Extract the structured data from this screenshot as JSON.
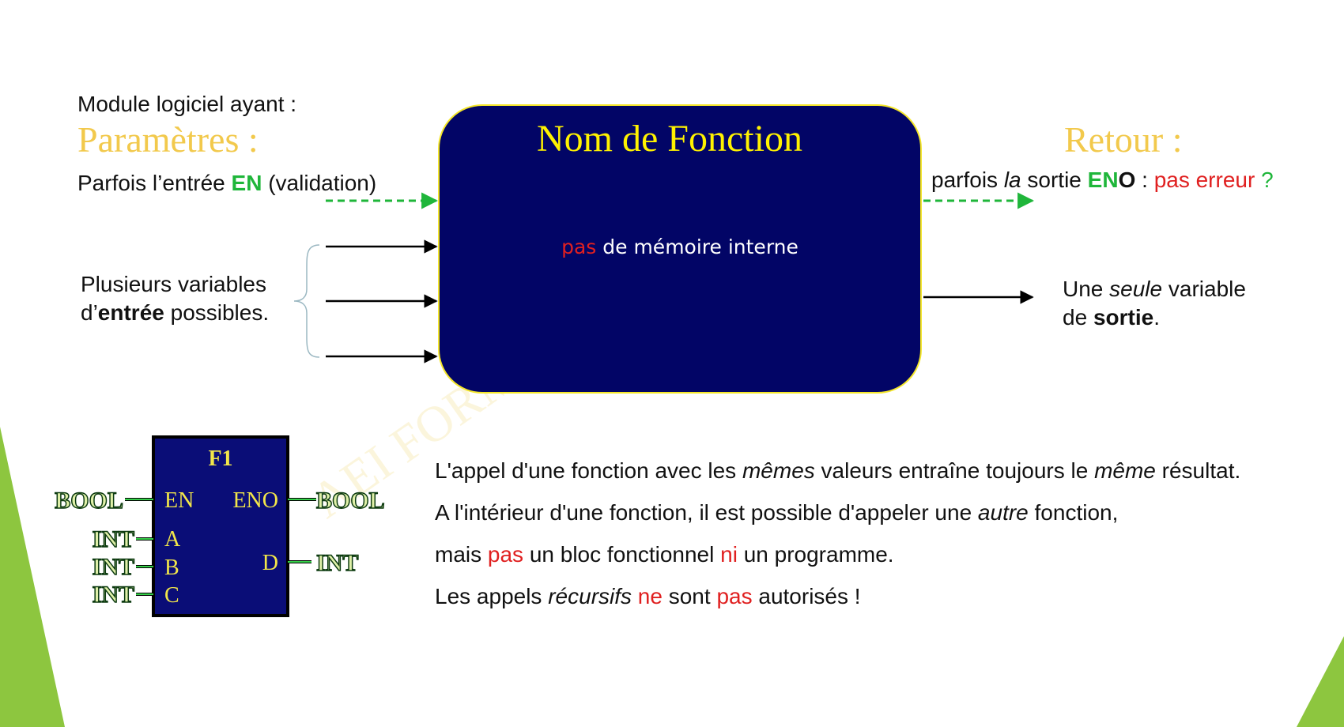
{
  "intro": "Module logiciel ayant :",
  "params_title": "Paramètres :",
  "en_line": {
    "prefix": "Parfois l’entrée ",
    "en": "EN",
    "suffix": " (validation)"
  },
  "inputs_text": {
    "line1": "Plusieurs variables",
    "line2_pre": "d’",
    "line2_bold": "entrée",
    "line2_post": " possibles."
  },
  "function_box": {
    "title": "Nom de Fonction",
    "note_red": "pas",
    "note_rest": " de mémoire interne"
  },
  "retour_title": "Retour :",
  "eno_line": {
    "p1": "parfois ",
    "la": "la",
    "p2": " sortie ",
    "en": "EN",
    "o": "O",
    "p3": " : ",
    "err": "pas erreur",
    "q": " ?"
  },
  "output_text": {
    "l1_pre": "Une ",
    "l1_it": "seule",
    "l1_post": " variable",
    "l2_pre": "de ",
    "l2_bold": "sortie",
    "l2_post": "."
  },
  "fbd": {
    "name": "F1",
    "pins_in": [
      "EN",
      "A",
      "B",
      "C"
    ],
    "pins_out": [
      "ENO",
      "D"
    ],
    "types_in": [
      "BOOL",
      "INT",
      "INT",
      "INT"
    ],
    "types_out": [
      "BOOL",
      "INT"
    ]
  },
  "body": {
    "l1": {
      "a": "L'appel d'une fonction avec les ",
      "b": "mêmes",
      "c": " valeurs entraîne toujours le ",
      "d": "même",
      "e": " résultat."
    },
    "l2": {
      "a": "A l'intérieur d'une fonction, il est possible d'appeler une ",
      "b": "autre",
      "c": " fonction,"
    },
    "l3": {
      "a": "mais ",
      "b": "pas",
      "c": " un bloc fonctionnel ",
      "d": "ni",
      "e": " un programme."
    },
    "l4": {
      "a": "Les appels ",
      "b": "récursifs",
      "c": " ",
      "d": "ne",
      "e": " sont ",
      "f": "pas",
      "g": " autorisés !"
    }
  },
  "watermark": "AEI FORMATI",
  "colors": {
    "box": "#020566",
    "gold": "#f2c94c",
    "yellow": "#fff200",
    "green": "#1fb63a",
    "red": "#e02020",
    "accent": "#8dc63f"
  }
}
